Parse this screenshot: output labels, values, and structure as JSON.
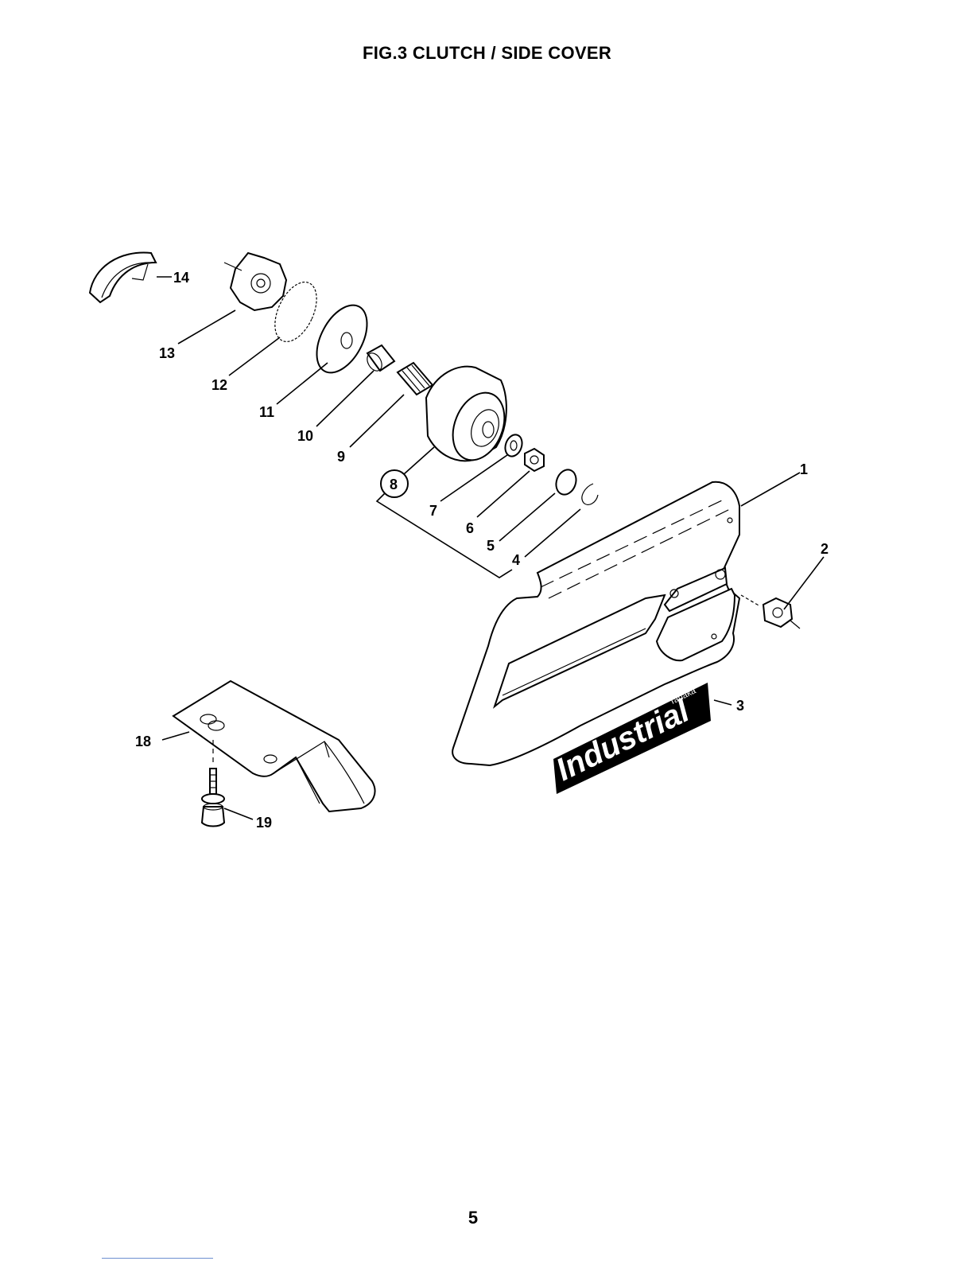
{
  "page": {
    "title": "FIG.3 CLUTCH / SIDE COVER",
    "page_number": "5"
  },
  "callouts": {
    "c1": "1",
    "c2": "2",
    "c3": "3",
    "c4": "4",
    "c5": "5",
    "c6": "6",
    "c7": "7",
    "c8": "8",
    "c9": "9",
    "c10": "10",
    "c11": "11",
    "c12": "12",
    "c13": "13",
    "c14": "14",
    "c18": "18",
    "c19": "19"
  },
  "decal": {
    "brand": "Tanaka",
    "text": "Industrial"
  }
}
